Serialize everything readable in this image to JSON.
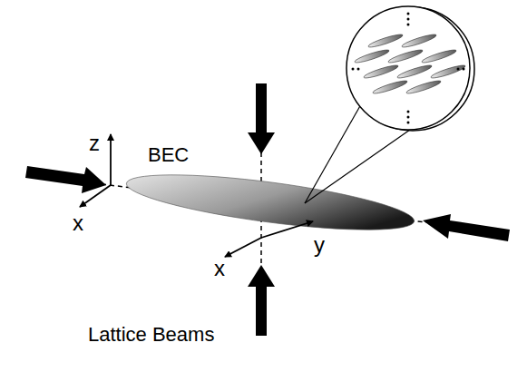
{
  "diagram": {
    "labels": [
      "z",
      "x",
      "BEC",
      "x",
      "y",
      "Lattice Beams"
    ]
  }
}
